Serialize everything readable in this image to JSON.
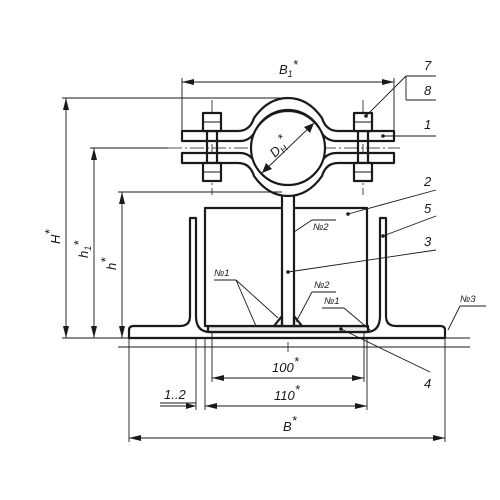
{
  "dimensions": {
    "B1": "B",
    "B1_sub": "1",
    "Dn": "D",
    "Dn_sub": "H",
    "H": "H",
    "h1": "h",
    "h1_sub": "1",
    "h": "h",
    "B": "B",
    "w100": "100",
    "w110": "110",
    "gap": "1..2",
    "star": "*"
  },
  "parts": [
    "1",
    "2",
    "3",
    "4",
    "5",
    "7",
    "8"
  ],
  "welds": {
    "w1": "№1",
    "w2": "№2",
    "w3": "№3"
  }
}
